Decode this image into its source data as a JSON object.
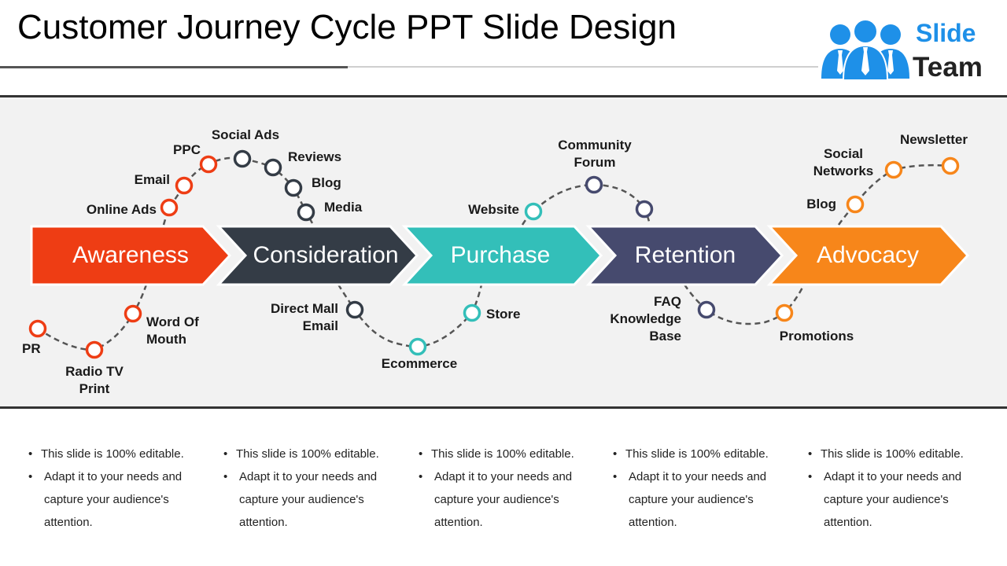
{
  "title": "Customer Journey Cycle PPT Slide Design",
  "logo": {
    "line1": "Slide",
    "line2": "Team",
    "color": "#1e90e8"
  },
  "stages": [
    {
      "label": "Awareness",
      "color": "#ee3d14"
    },
    {
      "label": "Consideration",
      "color": "#343c46"
    },
    {
      "label": "Purchase",
      "color": "#33bfb9"
    },
    {
      "label": "Retention",
      "color": "#464a6e"
    },
    {
      "label": "Advocacy",
      "color": "#f7861a"
    }
  ],
  "touchpoints": {
    "awareness_top": [
      "Online Ads",
      "Email",
      "PPC"
    ],
    "awareness_bottom": [
      "PR",
      "Radio TV Print",
      "Word Of Mouth"
    ],
    "consideration_top": [
      "Social Ads",
      "Reviews",
      "Blog",
      "Media"
    ],
    "consideration_bottom": [
      "Direct Mall Email"
    ],
    "purchase_top": [
      "Website"
    ],
    "purchase_bottom": [
      "Ecommerce",
      "Store"
    ],
    "retention_top": [
      "Community Forum"
    ],
    "retention_bottom": [
      "FAQ Knowledge Base"
    ],
    "advocacy_top": [
      "Blog",
      "Social Networks",
      "Newsletter"
    ],
    "advocacy_bottom": [
      "Promotions"
    ]
  },
  "columns": [
    {
      "bullet1": "This slide is 100% editable.",
      "bullet2": "Adapt it to your needs and capture your audience's attention."
    },
    {
      "bullet1": "This slide is 100% editable.",
      "bullet2": "Adapt it to your needs and capture your audience's attention."
    },
    {
      "bullet1": "This slide is 100% editable.",
      "bullet2": "Adapt it to your needs and capture your audience's attention."
    },
    {
      "bullet1": "This slide is 100% editable.",
      "bullet2": "Adapt it to your needs and capture your audience's attention."
    },
    {
      "bullet1": "This slide is 100% editable.",
      "bullet2": "Adapt it to your needs and capture your audience's attention."
    }
  ]
}
